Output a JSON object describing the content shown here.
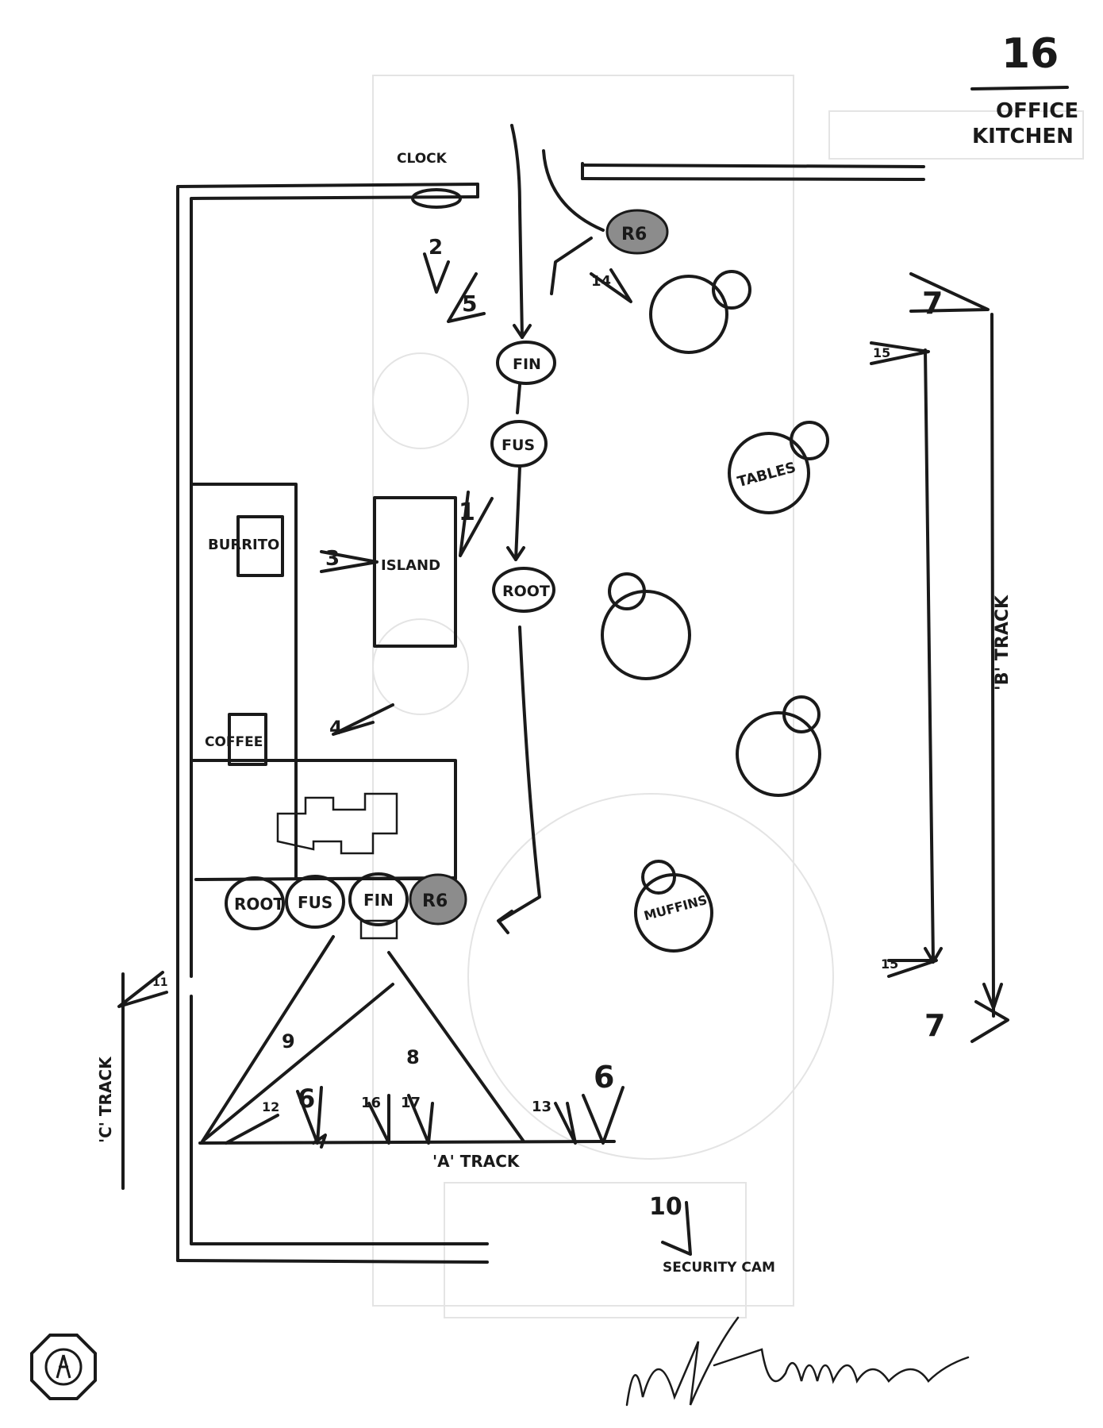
{
  "header": {
    "scene_number": "16",
    "scene_name_line1": "OFFICE",
    "scene_name_line2": "KITCHEN"
  },
  "props": {
    "clock": "CLOCK",
    "burrito": "BURRITO",
    "island": "ISLAND",
    "coffee": "COFFEE",
    "tables": "TABLES",
    "muffins": "MUFFINS",
    "security_cam": "SECURITY CAM"
  },
  "tracks": {
    "a": "'A' TRACK",
    "b": "'B' TRACK",
    "c": "'C' TRACK"
  },
  "characters_path": [
    "R6",
    "FIN",
    "FUS",
    "ROOT"
  ],
  "characters_row": [
    "ROOT",
    "FUS",
    "FIN",
    "R6"
  ],
  "cameras": {
    "c1": "1",
    "c2": "2",
    "c3": "3",
    "c4": "4",
    "c5": "5",
    "c6a": "6",
    "c6b": "6",
    "c7a": "7",
    "c7b": "7",
    "c8": "8",
    "c9": "9",
    "c10": "10",
    "c11": "11",
    "c12": "12",
    "c13": "13",
    "c14": "14",
    "c15a": "15",
    "c15b": "15",
    "c16": "16",
    "c17": "17"
  },
  "colors": {
    "ink": "#1a1a1a",
    "shaded_character": "#8c8c8c"
  }
}
